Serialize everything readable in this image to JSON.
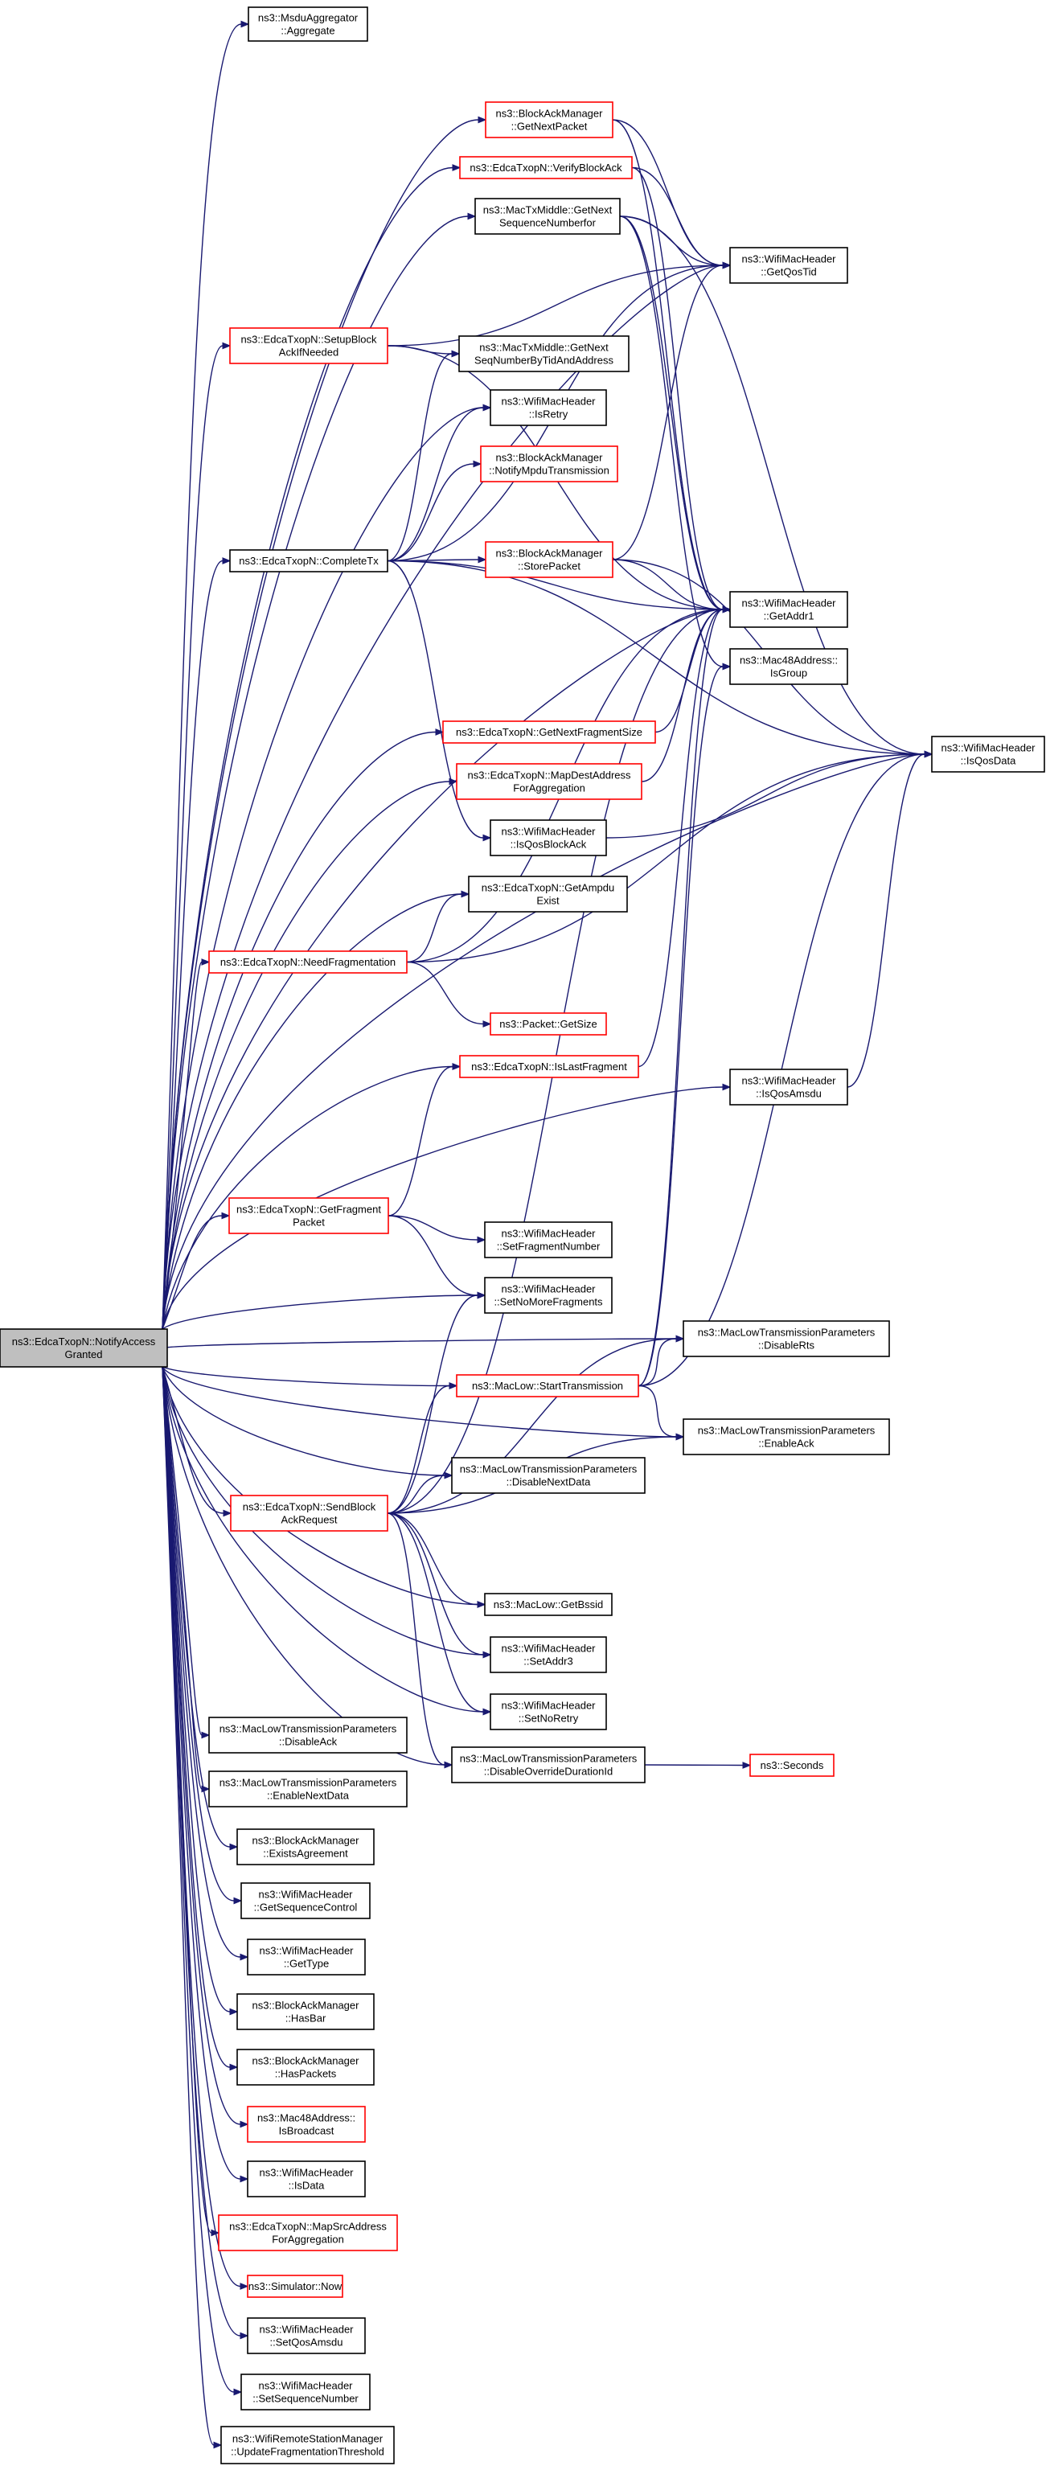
{
  "colors": {
    "edge": "#191970",
    "arrowhead": "#191970",
    "border_normal": "#000000",
    "border_truncated": "#ff0000",
    "fill_normal": "#ffffff",
    "fill_root": "#bfbfbf"
  },
  "nodes": [
    {
      "id": "root",
      "style": "root",
      "lines": [
        "ns3::EdcaTxopN::NotifyAccess",
        "Granted"
      ]
    },
    {
      "id": "msdu_aggregate",
      "style": "normal",
      "lines": [
        "ns3::MsduAggregator",
        "::Aggregate"
      ]
    },
    {
      "id": "bam_getnextpacket",
      "style": "truncated",
      "lines": [
        "ns3::BlockAckManager",
        "::GetNextPacket"
      ]
    },
    {
      "id": "edca_verifyblockack",
      "style": "truncated",
      "lines": [
        "ns3::EdcaTxopN::VerifyBlockAck"
      ]
    },
    {
      "id": "mtm_getnextseq",
      "style": "normal",
      "lines": [
        "ns3::MacTxMiddle::GetNext",
        "SequenceNumberfor"
      ]
    },
    {
      "id": "wmh_getqostid",
      "style": "normal",
      "lines": [
        "ns3::WifiMacHeader",
        "::GetQosTid"
      ]
    },
    {
      "id": "edca_setupblockack",
      "style": "truncated",
      "lines": [
        "ns3::EdcaTxopN::SetupBlock",
        "AckIfNeeded"
      ]
    },
    {
      "id": "mtm_getnextseqbytid",
      "style": "normal",
      "lines": [
        "ns3::MacTxMiddle::GetNext",
        "SeqNumberByTidAndAddress"
      ]
    },
    {
      "id": "wmh_isretry",
      "style": "normal",
      "lines": [
        "ns3::WifiMacHeader",
        "::IsRetry"
      ]
    },
    {
      "id": "bam_notifympdu",
      "style": "truncated",
      "lines": [
        "ns3::BlockAckManager",
        "::NotifyMpduTransmission"
      ]
    },
    {
      "id": "edca_completetx",
      "style": "normal",
      "lines": [
        "ns3::EdcaTxopN::CompleteTx"
      ]
    },
    {
      "id": "bam_storepacket",
      "style": "truncated",
      "lines": [
        "ns3::BlockAckManager",
        "::StorePacket"
      ]
    },
    {
      "id": "wmh_getaddr1",
      "style": "normal",
      "lines": [
        "ns3::WifiMacHeader",
        "::GetAddr1"
      ]
    },
    {
      "id": "mac48_isgroup",
      "style": "normal",
      "lines": [
        "ns3::Mac48Address::",
        "IsGroup"
      ]
    },
    {
      "id": "edca_getnextfragsize",
      "style": "truncated",
      "lines": [
        "ns3::EdcaTxopN::GetNextFragmentSize"
      ]
    },
    {
      "id": "wmh_isqosdata",
      "style": "normal",
      "lines": [
        "ns3::WifiMacHeader",
        "::IsQosData"
      ]
    },
    {
      "id": "edca_mapdestaddr",
      "style": "truncated",
      "lines": [
        "ns3::EdcaTxopN::MapDestAddress",
        "ForAggregation"
      ]
    },
    {
      "id": "wmh_isqosblockack",
      "style": "normal",
      "lines": [
        "ns3::WifiMacHeader",
        "::IsQosBlockAck"
      ]
    },
    {
      "id": "edca_getampduexist",
      "style": "normal",
      "lines": [
        "ns3::EdcaTxopN::GetAmpdu",
        "Exist"
      ]
    },
    {
      "id": "edca_needfrag",
      "style": "truncated",
      "lines": [
        "ns3::EdcaTxopN::NeedFragmentation"
      ]
    },
    {
      "id": "packet_getsize",
      "style": "truncated",
      "lines": [
        "ns3::Packet::GetSize"
      ]
    },
    {
      "id": "edca_islastfrag",
      "style": "truncated",
      "lines": [
        "ns3::EdcaTxopN::IsLastFragment"
      ]
    },
    {
      "id": "wmh_isqosamsdu",
      "style": "normal",
      "lines": [
        "ns3::WifiMacHeader",
        "::IsQosAmsdu"
      ]
    },
    {
      "id": "edca_getfragpacket",
      "style": "truncated",
      "lines": [
        "ns3::EdcaTxopN::GetFragment",
        "Packet"
      ]
    },
    {
      "id": "wmh_setfragnumber",
      "style": "normal",
      "lines": [
        "ns3::WifiMacHeader",
        "::SetFragmentNumber"
      ]
    },
    {
      "id": "wmh_setnomorefrags",
      "style": "normal",
      "lines": [
        "ns3::WifiMacHeader",
        "::SetNoMoreFragments"
      ]
    },
    {
      "id": "mltp_disablerts",
      "style": "normal",
      "lines": [
        "ns3::MacLowTransmissionParameters",
        "::DisableRts"
      ]
    },
    {
      "id": "maclow_starttx",
      "style": "truncated",
      "lines": [
        "ns3::MacLow::StartTransmission"
      ]
    },
    {
      "id": "mltp_enableack",
      "style": "normal",
      "lines": [
        "ns3::MacLowTransmissionParameters",
        "::EnableAck"
      ]
    },
    {
      "id": "mltp_disablenextdata",
      "style": "normal",
      "lines": [
        "ns3::MacLowTransmissionParameters",
        "::DisableNextData"
      ]
    },
    {
      "id": "edca_sendblockackreq",
      "style": "truncated",
      "lines": [
        "ns3::EdcaTxopN::SendBlock",
        "AckRequest"
      ]
    },
    {
      "id": "maclow_getbssid",
      "style": "normal",
      "lines": [
        "ns3::MacLow::GetBssid"
      ]
    },
    {
      "id": "wmh_setaddr3",
      "style": "normal",
      "lines": [
        "ns3::WifiMacHeader",
        "::SetAddr3"
      ]
    },
    {
      "id": "wmh_setnoretry",
      "style": "normal",
      "lines": [
        "ns3::WifiMacHeader",
        "::SetNoRetry"
      ]
    },
    {
      "id": "mltp_disableack",
      "style": "normal",
      "lines": [
        "ns3::MacLowTransmissionParameters",
        "::DisableAck"
      ]
    },
    {
      "id": "mltp_disableoverride",
      "style": "normal",
      "lines": [
        "ns3::MacLowTransmissionParameters",
        "::DisableOverrideDurationId"
      ]
    },
    {
      "id": "ns3_seconds",
      "style": "truncated",
      "lines": [
        "ns3::Seconds"
      ]
    },
    {
      "id": "mltp_enablenextdata",
      "style": "normal",
      "lines": [
        "ns3::MacLowTransmissionParameters",
        "::EnableNextData"
      ]
    },
    {
      "id": "bam_existsagreement",
      "style": "normal",
      "lines": [
        "ns3::BlockAckManager",
        "::ExistsAgreement"
      ]
    },
    {
      "id": "wmh_getseqcontrol",
      "style": "normal",
      "lines": [
        "ns3::WifiMacHeader",
        "::GetSequenceControl"
      ]
    },
    {
      "id": "wmh_gettype",
      "style": "normal",
      "lines": [
        "ns3::WifiMacHeader",
        "::GetType"
      ]
    },
    {
      "id": "bam_hasbar",
      "style": "normal",
      "lines": [
        "ns3::BlockAckManager",
        "::HasBar"
      ]
    },
    {
      "id": "bam_haspackets",
      "style": "normal",
      "lines": [
        "ns3::BlockAckManager",
        "::HasPackets"
      ]
    },
    {
      "id": "mac48_isbroadcast",
      "style": "truncated",
      "lines": [
        "ns3::Mac48Address::",
        "IsBroadcast"
      ]
    },
    {
      "id": "wmh_isdata",
      "style": "normal",
      "lines": [
        "ns3::WifiMacHeader",
        "::IsData"
      ]
    },
    {
      "id": "edca_mapsrcaddr",
      "style": "truncated",
      "lines": [
        "ns3::EdcaTxopN::MapSrcAddress",
        "ForAggregation"
      ]
    },
    {
      "id": "simulator_now",
      "style": "truncated",
      "lines": [
        "ns3::Simulator::Now"
      ]
    },
    {
      "id": "wmh_setqosamsdu",
      "style": "normal",
      "lines": [
        "ns3::WifiMacHeader",
        "::SetQosAmsdu"
      ]
    },
    {
      "id": "wmh_setseqnumber",
      "style": "normal",
      "lines": [
        "ns3::WifiMacHeader",
        "::SetSequenceNumber"
      ]
    },
    {
      "id": "wrsm_updatefrag",
      "style": "normal",
      "lines": [
        "ns3::WifiRemoteStationManager",
        "::UpdateFragmentationThreshold"
      ]
    }
  ],
  "edges": [
    [
      "root",
      "msdu_aggregate"
    ],
    [
      "root",
      "bam_getnextpacket"
    ],
    [
      "root",
      "edca_verifyblockack"
    ],
    [
      "root",
      "mtm_getnextseq"
    ],
    [
      "root",
      "wmh_getqostid"
    ],
    [
      "root",
      "edca_setupblockack"
    ],
    [
      "root",
      "wmh_isretry"
    ],
    [
      "root",
      "edca_completetx"
    ],
    [
      "root",
      "wmh_getaddr1"
    ],
    [
      "root",
      "edca_getnextfragsize"
    ],
    [
      "root",
      "edca_mapdestaddr"
    ],
    [
      "root",
      "edca_getampduexist"
    ],
    [
      "root",
      "edca_needfrag"
    ],
    [
      "root",
      "edca_islastfrag"
    ],
    [
      "root",
      "wmh_isqosamsdu"
    ],
    [
      "root",
      "wmh_isqosdata"
    ],
    [
      "root",
      "edca_getfragpacket"
    ],
    [
      "root",
      "wmh_setnomorefrags"
    ],
    [
      "root",
      "mltp_disablerts"
    ],
    [
      "root",
      "maclow_starttx"
    ],
    [
      "root",
      "mltp_enableack"
    ],
    [
      "root",
      "mltp_disablenextdata"
    ],
    [
      "root",
      "edca_sendblockackreq"
    ],
    [
      "root",
      "maclow_getbssid"
    ],
    [
      "root",
      "wmh_setaddr3"
    ],
    [
      "root",
      "wmh_setnoretry"
    ],
    [
      "root",
      "mltp_disableoverride"
    ],
    [
      "root",
      "mltp_disableack"
    ],
    [
      "root",
      "mltp_enablenextdata"
    ],
    [
      "root",
      "bam_existsagreement"
    ],
    [
      "root",
      "wmh_getseqcontrol"
    ],
    [
      "root",
      "wmh_gettype"
    ],
    [
      "root",
      "bam_hasbar"
    ],
    [
      "root",
      "bam_haspackets"
    ],
    [
      "root",
      "mac48_isbroadcast"
    ],
    [
      "root",
      "wmh_isdata"
    ],
    [
      "root",
      "edca_mapsrcaddr"
    ],
    [
      "root",
      "simulator_now"
    ],
    [
      "root",
      "wmh_setqosamsdu"
    ],
    [
      "root",
      "wmh_setseqnumber"
    ],
    [
      "root",
      "wrsm_updatefrag"
    ],
    [
      "bam_getnextpacket",
      "wmh_getqostid"
    ],
    [
      "bam_getnextpacket",
      "wmh_getaddr1"
    ],
    [
      "edca_verifyblockack",
      "wmh_getqostid"
    ],
    [
      "edca_verifyblockack",
      "wmh_getaddr1"
    ],
    [
      "mtm_getnextseq",
      "wmh_getqostid"
    ],
    [
      "mtm_getnextseq",
      "wmh_getaddr1"
    ],
    [
      "mtm_getnextseq",
      "mac48_isgroup"
    ],
    [
      "mtm_getnextseq",
      "wmh_isqosdata"
    ],
    [
      "edca_setupblockack",
      "wmh_getqostid"
    ],
    [
      "edca_setupblockack",
      "mtm_getnextseqbytid"
    ],
    [
      "edca_setupblockack",
      "wmh_getaddr1"
    ],
    [
      "edca_completetx",
      "mtm_getnextseqbytid"
    ],
    [
      "edca_completetx",
      "wmh_isretry"
    ],
    [
      "edca_completetx",
      "bam_notifympdu"
    ],
    [
      "edca_completetx",
      "bam_storepacket"
    ],
    [
      "edca_completetx",
      "wmh_getqostid"
    ],
    [
      "edca_completetx",
      "wmh_getaddr1"
    ],
    [
      "edca_completetx",
      "wmh_isqosdata"
    ],
    [
      "edca_completetx",
      "wmh_isqosblockack"
    ],
    [
      "bam_storepacket",
      "wmh_getqostid"
    ],
    [
      "bam_storepacket",
      "wmh_getaddr1"
    ],
    [
      "bam_storepacket",
      "wmh_isqosdata"
    ],
    [
      "edca_getnextfragsize",
      "wmh_getaddr1"
    ],
    [
      "edca_mapdestaddr",
      "wmh_getaddr1"
    ],
    [
      "wmh_isqosblockack",
      "wmh_isqosdata"
    ],
    [
      "edca_needfrag",
      "edca_getampduexist"
    ],
    [
      "edca_needfrag",
      "wmh_getaddr1"
    ],
    [
      "edca_needfrag",
      "packet_getsize"
    ],
    [
      "edca_needfrag",
      "wmh_isqosdata"
    ],
    [
      "edca_islastfrag",
      "wmh_getaddr1"
    ],
    [
      "wmh_isqosamsdu",
      "wmh_isqosdata"
    ],
    [
      "edca_getfragpacket",
      "edca_islastfrag"
    ],
    [
      "edca_getfragpacket",
      "wmh_setfragnumber"
    ],
    [
      "edca_getfragpacket",
      "wmh_setnomorefrags"
    ],
    [
      "maclow_starttx",
      "wmh_getaddr1"
    ],
    [
      "maclow_starttx",
      "mac48_isgroup"
    ],
    [
      "maclow_starttx",
      "mltp_disablerts"
    ],
    [
      "maclow_starttx",
      "mltp_enableack"
    ],
    [
      "maclow_starttx",
      "wmh_isqosdata"
    ],
    [
      "edca_sendblockackreq",
      "wmh_setnomorefrags"
    ],
    [
      "edca_sendblockackreq",
      "maclow_starttx"
    ],
    [
      "edca_sendblockackreq",
      "mltp_disablenextdata"
    ],
    [
      "edca_sendblockackreq",
      "mltp_disablerts"
    ],
    [
      "edca_sendblockackreq",
      "mltp_enableack"
    ],
    [
      "edca_sendblockackreq",
      "maclow_getbssid"
    ],
    [
      "edca_sendblockackreq",
      "wmh_setaddr3"
    ],
    [
      "edca_sendblockackreq",
      "wmh_setnoretry"
    ],
    [
      "edca_sendblockackreq",
      "mltp_disableoverride"
    ],
    [
      "edca_sendblockackreq",
      "wmh_getaddr1"
    ],
    [
      "mltp_disableoverride",
      "ns3_seconds"
    ]
  ]
}
